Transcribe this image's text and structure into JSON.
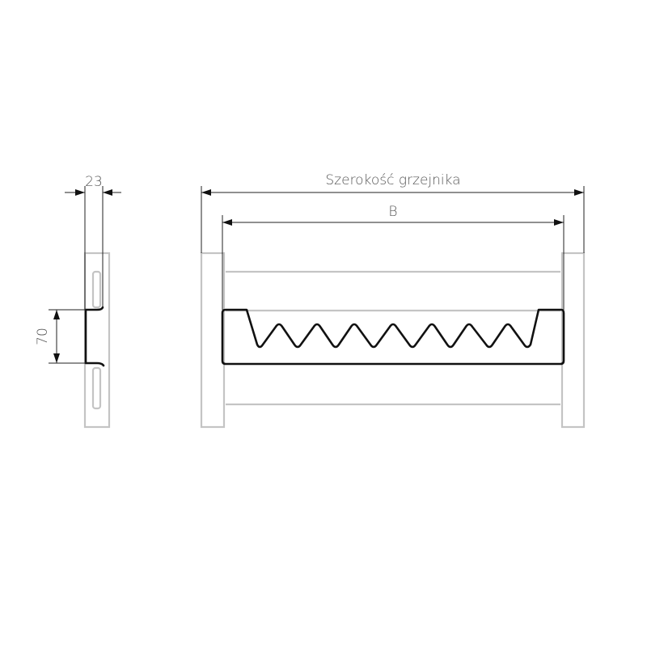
{
  "drawing": {
    "side_view": {
      "depth_label": "23",
      "height_label": "70"
    },
    "front_view": {
      "total_width_label": "Szerokość grzejnika",
      "spacing_label": "B",
      "zigzag_peaks": 7
    },
    "colors": {
      "radiator": "#c4c4c4",
      "holder": "#111111",
      "dimension": "#222222",
      "text": "#555555"
    }
  }
}
